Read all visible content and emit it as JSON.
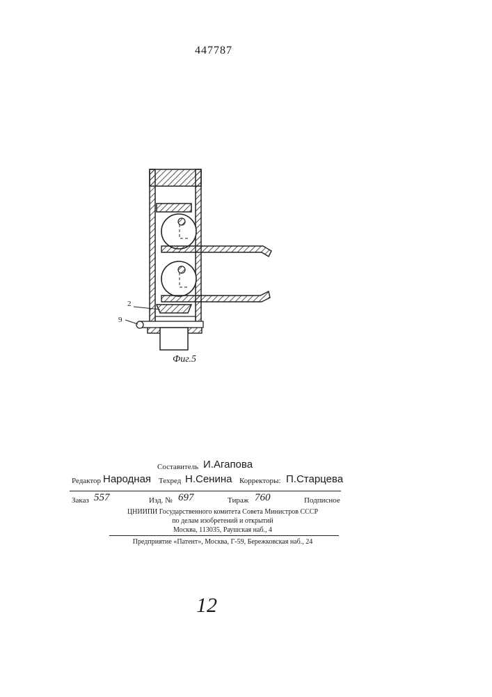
{
  "patent_number": "447787",
  "figure": {
    "caption": "Фиг.5",
    "labels": {
      "part_2": "2",
      "part_9": "9"
    }
  },
  "credits": {
    "compiler_label": "Составитель",
    "compiler_name": "И.Агапова",
    "editor_label": "Редактор",
    "editor_name": "Народная",
    "techred_label": "Техред",
    "techred_name": "Н.Сенина",
    "proofreaders_label": "Корректоры:",
    "proofreaders_name": "П.Старцева"
  },
  "order": {
    "order_label": "Заказ",
    "order_value": "557",
    "izd_label": "Изд. №",
    "izd_value": "697",
    "tirazh_label": "Тираж",
    "tirazh_value": "760",
    "subscription": "Подписное"
  },
  "imprint": {
    "line1": "ЦНИИПИ Государственного комитета Совета Министров СССР",
    "line2": "по делам изобретений и открытий",
    "line3": "Москва, 113035, Раушская наб., 4",
    "printer": "Предприятие «Патент», Москва, Г-59, Бережковская наб., 24"
  },
  "page_mark": "12"
}
